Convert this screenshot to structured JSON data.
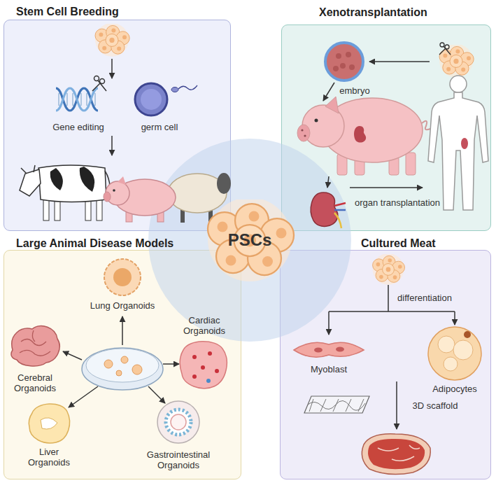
{
  "diagram": {
    "nodes": [
      {
        "text": [
          "Stem Cell Breeding"
        ]
      },
      {
        "text": [
          "Xenotransplantation"
        ]
      },
      {
        "text": [
          "PSCs"
        ]
      },
      {
        "text": [
          "Large Animal Disease Models"
        ]
      },
      {
        "text": [
          "Cultured Meat"
        ]
      }
    ],
    "labels": [
      "Gene editing",
      "germ cell",
      "embryo",
      "organ transplantation",
      "Lung Organoids",
      "Cerebral Organoids",
      "Cardiac Organoids",
      "Liver Organoids",
      "Gastrointestinal Organoids",
      "differentiation",
      "Myoblast",
      "Adipocytes",
      "3D scaffold"
    ]
  }
}
